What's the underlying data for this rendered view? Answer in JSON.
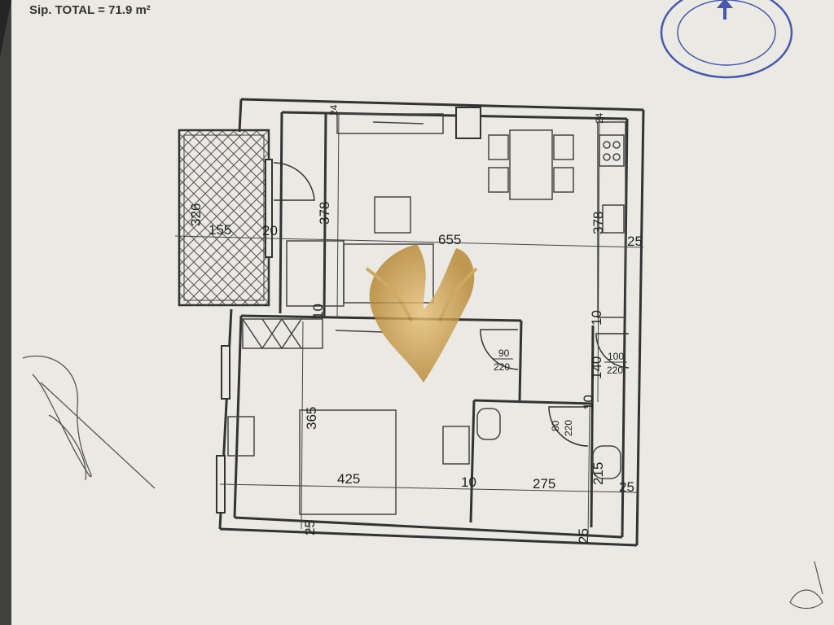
{
  "header": {
    "total_area": "Sip. TOTAL = 71.9 m²"
  },
  "plan": {
    "balcony_depth": "326",
    "balcony_width": "155",
    "living_wall_left": "378",
    "living_wall_right": "378",
    "living_width": "655",
    "wall_a": "20",
    "wall_b": "10",
    "wall_c": "10",
    "wall_d": "10",
    "wall_e": "10",
    "wall_f": "25",
    "wall_g": "25",
    "wall_h": "25",
    "wall_i": "25",
    "wall_top_l": "24",
    "wall_top_r": "24",
    "bedroom_depth": "365",
    "bedroom_width": "425",
    "bath_width": "275",
    "bath_depth": "215",
    "corridor": "140",
    "door_bed_w": "90",
    "door_bed_h": "220",
    "door_entry_w": "100",
    "door_entry_h": "220",
    "door_bath_w": "80",
    "door_bath_h": "220"
  },
  "colors": {
    "paper": "#ebe9e3",
    "ink": "#333333",
    "stamp": "#2a3fa6",
    "logo": "#c89a45"
  }
}
